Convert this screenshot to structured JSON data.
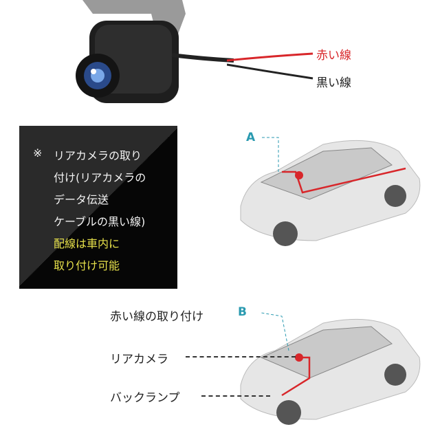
{
  "wire_labels": {
    "red": "赤い線",
    "black": "黒い線"
  },
  "note": {
    "mark": "※",
    "lines": [
      "リアカメラの取り",
      "付け(リアカメラの",
      "データ伝送",
      "ケーブルの黒い線)"
    ],
    "highlight_lines": [
      "配線は車内に",
      "取り付け可能"
    ]
  },
  "diagram": {
    "marker_a": "A",
    "marker_b": "B",
    "labels": {
      "red_wire_install": "赤い線の取り付け",
      "rear_camera": "リアカメラ",
      "back_lamp": "バックランプ"
    }
  },
  "colors": {
    "red_wire": "#d8262a",
    "highlight": "#e6e04a",
    "marker": "#2a9ab0"
  }
}
